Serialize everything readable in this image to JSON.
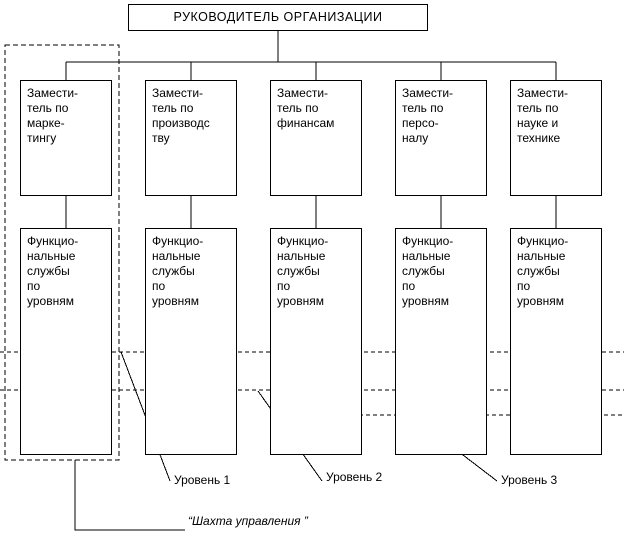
{
  "root": {
    "title": "РУКОВОДИТЕЛЬ ОРГАНИЗАЦИИ"
  },
  "columns": [
    {
      "deputy": "Замести-\nтель по\nмарке-\nтингу",
      "functional": "Функцио-\nнальные\nслужбы\nпо\nуровням"
    },
    {
      "deputy": "Замести-\nтель по\nпроизводс\nтву",
      "functional": "Функцио-\nнальные\nслужбы\nпо\nуровням"
    },
    {
      "deputy": "Замести-\nтель по\nфинансам",
      "functional": "Функцио-\nнальные\nслужбы\nпо\nуровням"
    },
    {
      "deputy": "Замести-\nтель по\nперсо-\nналу",
      "functional": "Функцио-\nнальные\nслужбы\nпо\nуровням"
    },
    {
      "deputy": "Замести-\nтель по\nнауке и\nтехнике",
      "functional": "Функцио-\nнальные\nслужбы\nпо\nуровням"
    }
  ],
  "levels": [
    {
      "label": "Уровень 1"
    },
    {
      "label": "Уровень 2"
    },
    {
      "label": "Уровень 3"
    }
  ],
  "shaft": {
    "label": "“Шахта управления ”"
  },
  "colors": {
    "line": "#000000",
    "background": "#ffffff",
    "text": "#000000"
  }
}
